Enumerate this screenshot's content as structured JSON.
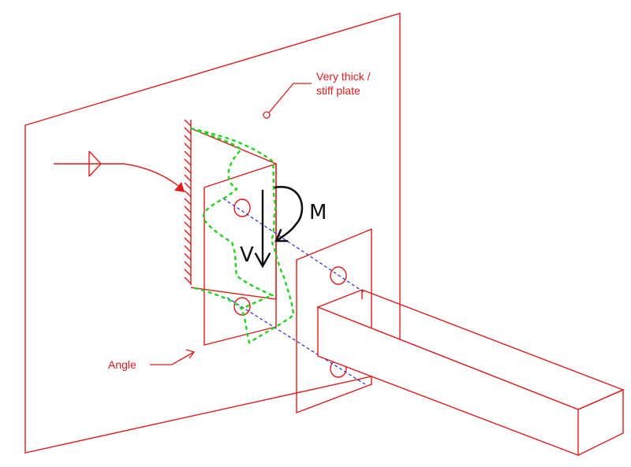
{
  "labels": {
    "plate_line1": "Very thick /",
    "plate_line2": "stiff plate",
    "angle": "Angle",
    "moment": "M",
    "shear": "V"
  },
  "colors": {
    "red": "#e01b1b",
    "green": "#21d421",
    "blue": "#2a2ae0",
    "black": "#111111"
  }
}
